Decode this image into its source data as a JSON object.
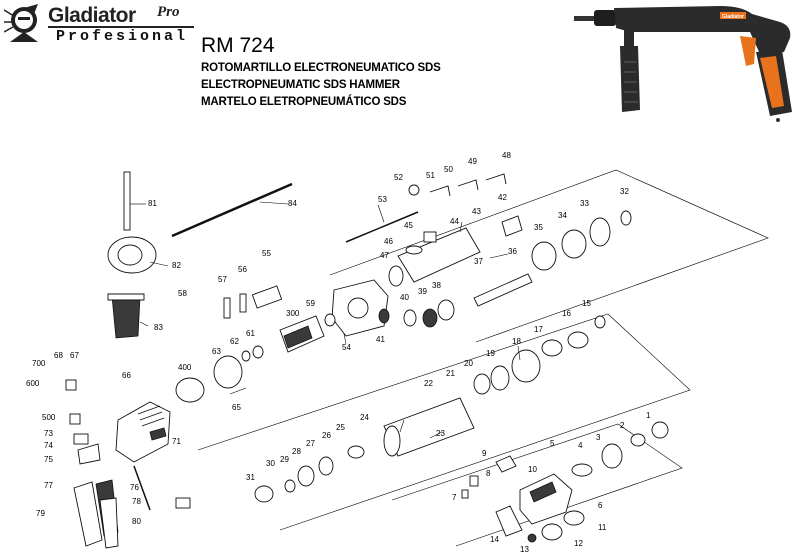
{
  "brand": {
    "name": "Gladiator",
    "suffix": "Pro",
    "subtitle": "Profesional"
  },
  "model": "RM 724",
  "titles": [
    "ROTOMARTILLO ELECTRONEUMATICO SDS",
    "ELECTROPNEUMATIC SDS HAMMER",
    "MARTELO ELETROPNEUMÁTICO SDS"
  ],
  "photo": {
    "brand_plate": "Gladiator"
  },
  "part_labels": [
    "1",
    "2",
    "3",
    "4",
    "5",
    "6",
    "7",
    "8",
    "9",
    "10",
    "11",
    "12",
    "13",
    "14",
    "15",
    "16",
    "17",
    "18",
    "19",
    "20",
    "21",
    "22",
    "23",
    "24",
    "25",
    "26",
    "27",
    "28",
    "29",
    "30",
    "31",
    "32",
    "33",
    "34",
    "35",
    "36",
    "37",
    "38",
    "39",
    "40",
    "41",
    "42",
    "43",
    "44",
    "45",
    "46",
    "47",
    "48",
    "49",
    "50",
    "51",
    "52",
    "53",
    "54",
    "55",
    "56",
    "57",
    "58",
    "59",
    "61",
    "62",
    "63",
    "65",
    "66",
    "67",
    "68",
    "71",
    "73",
    "74",
    "75",
    "76",
    "77",
    "78",
    "79",
    "80",
    "81",
    "82",
    "83",
    "84",
    "300",
    "400",
    "500",
    "600",
    "700"
  ],
  "colors": {
    "tool_body": "#2b2b2b",
    "tool_accent": "#e8731c",
    "ink": "#000000"
  }
}
